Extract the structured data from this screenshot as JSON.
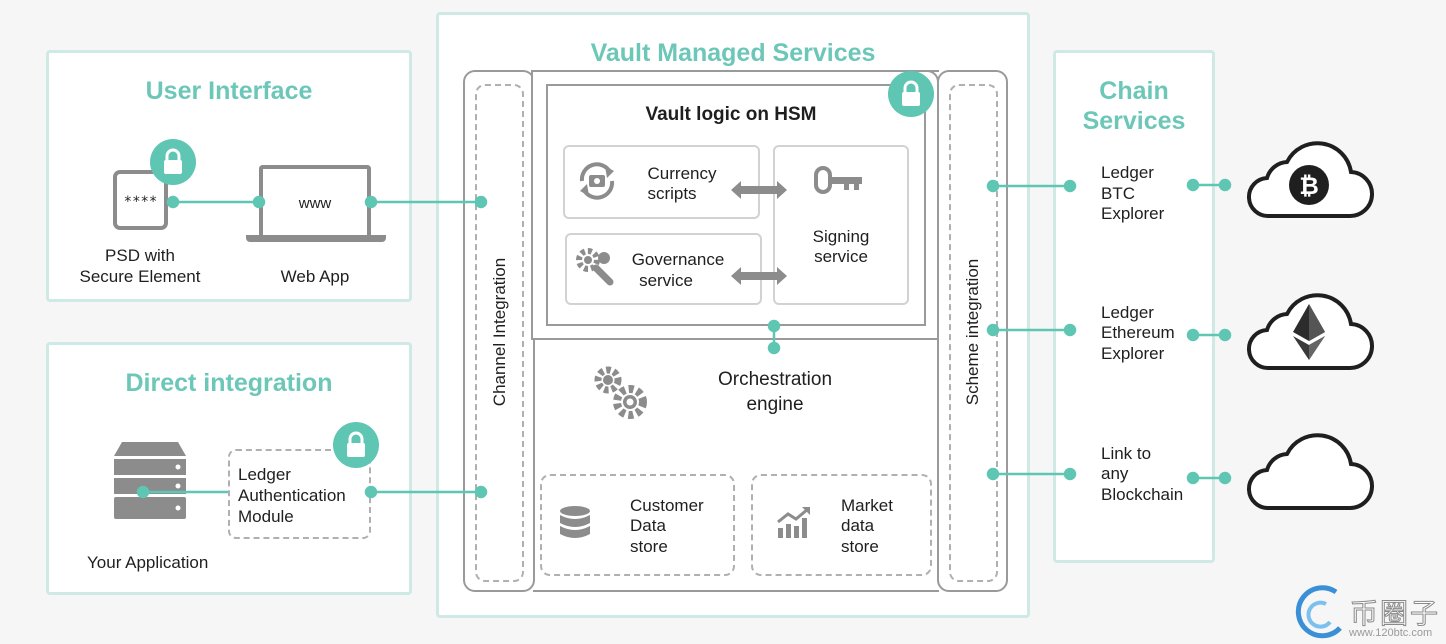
{
  "panels": {
    "user_interface": {
      "title": "User Interface"
    },
    "direct_integration": {
      "title": "Direct integration"
    },
    "vault": {
      "title": "Vault Managed Services"
    },
    "chain": {
      "title_line1": "Chain",
      "title_line2": "Services"
    }
  },
  "user_interface": {
    "psd_screen": "****",
    "psd_line1": "PSD with",
    "psd_line2": "Secure Element",
    "web_screen": "www",
    "web_label": "Web App"
  },
  "direct": {
    "module_line1": "Ledger",
    "module_line2": "Authentication",
    "module_line3": "Module",
    "app_label": "Your Application"
  },
  "vault": {
    "channel_label": "Channel Integration",
    "scheme_label": "Scheme integration",
    "hsm_title": "Vault logic on HSM",
    "currency_line1": "Currency",
    "currency_line2": "scripts",
    "governance_line1": "Governance",
    "governance_line2": "service",
    "signing_line1": "Signing",
    "signing_line2": "service",
    "orch_line1": "Orchestration",
    "orch_line2": "engine",
    "customer_line1": "Customer",
    "customer_line2": "Data",
    "customer_line3": "store",
    "market_line1": "Market",
    "market_line2": "data",
    "market_line3": "store"
  },
  "chain": {
    "btc_line1": "Ledger",
    "btc_line2": "BTC",
    "btc_line3": "Explorer",
    "eth_line1": "Ledger",
    "eth_line2": "Ethereum",
    "eth_line3": "Explorer",
    "any_line1": "Link to",
    "any_line2": "any",
    "any_line3": "Blockchain"
  },
  "watermark": {
    "brand": "币圈子",
    "url": "www.120btc.com"
  },
  "colors": {
    "accent": "#5ec6b2",
    "title": "#6cc7b8",
    "panel_border": "#cfeae5",
    "gray": "#8c8c8c"
  },
  "icons": [
    "lock-icon",
    "server-icon",
    "laptop-icon",
    "psd-device-icon",
    "key-icon",
    "gears-icon",
    "database-icon",
    "chart-icon",
    "bitcoin-icon",
    "ethereum-icon",
    "cloud-icon",
    "refresh-icon",
    "wrench-gear-icon",
    "double-arrow-icon"
  ]
}
